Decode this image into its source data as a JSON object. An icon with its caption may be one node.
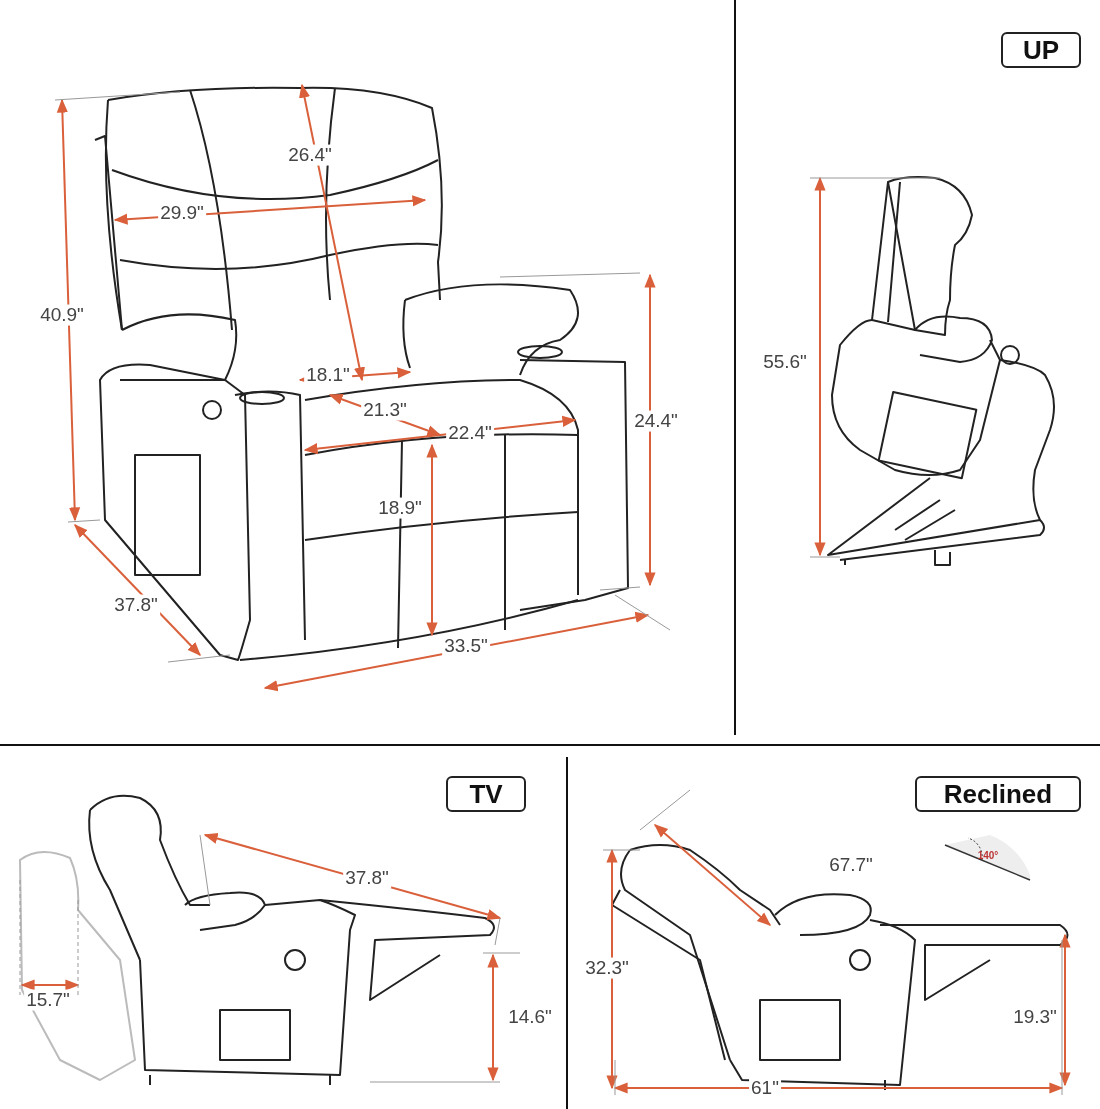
{
  "diagram": {
    "nodes": [
      {
        "text": [
          "UP"
        ]
      },
      {
        "text": [
          "TV"
        ]
      },
      {
        "text": [
          "Reclined"
        ]
      }
    ],
    "labels": [
      "26.4\"",
      "29.9\"",
      "40.9\"",
      "55.6\"",
      "18.1\"",
      "21.3\"",
      "22.4\"",
      "24.4\"",
      "18.9\"",
      "37.8\"",
      "33.5\"",
      "37.8\"",
      "140°",
      "67.7\"",
      "32.3\"",
      "15.7\"",
      "14.6\"",
      "19.3\"",
      "61\""
    ]
  }
}
